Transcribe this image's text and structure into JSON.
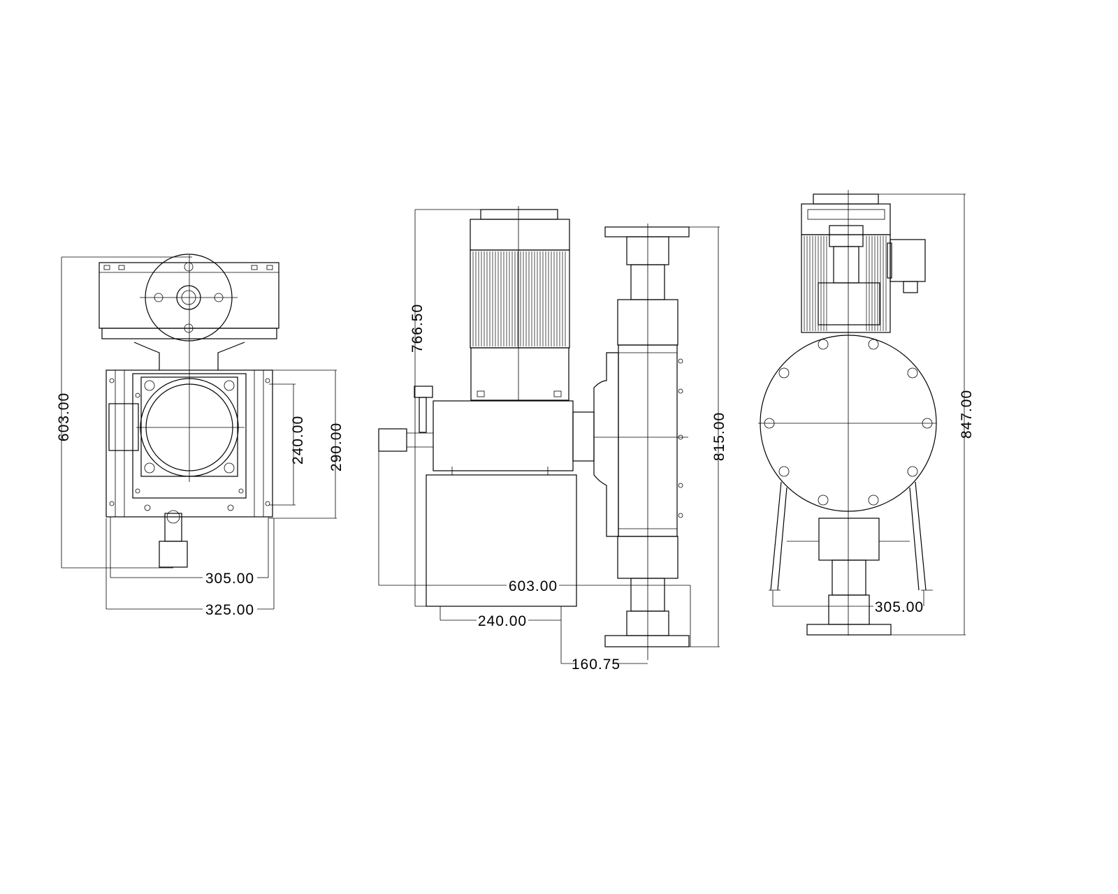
{
  "front_view": {
    "height_label": "603.00",
    "inner_height_label": "240.00",
    "outer_height_label": "290.00",
    "inner_width_label": "305.00",
    "outer_width_label": "325.00"
  },
  "side_view": {
    "motor_height_label": "766.50",
    "total_height_label": "815.00",
    "total_width_label": "603.00",
    "base_width_label": "240.00",
    "offset_label": "160.75"
  },
  "rear_view": {
    "total_height_label": "847.00",
    "base_width_label": "305.00"
  }
}
